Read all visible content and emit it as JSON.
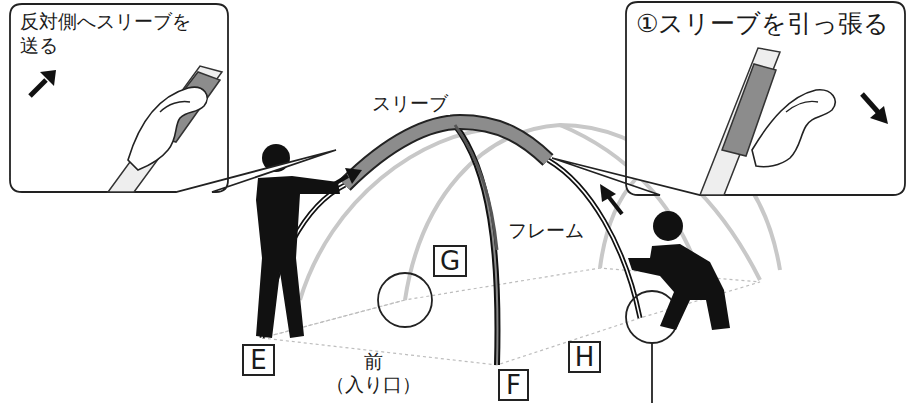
{
  "diagram": {
    "nodes": [
      {
        "text": [
          "反対側へスリーブを 送る"
        ]
      },
      {
        "text": [
          "①スリーブを引っ張る"
        ]
      },
      {
        "text": [
          "G"
        ]
      },
      {
        "text": [
          "E"
        ]
      },
      {
        "text": [
          "F"
        ]
      },
      {
        "text": [
          "H"
        ]
      }
    ],
    "labels": [
      "スリーブ",
      "フレーム",
      "前 （入り口）"
    ]
  }
}
